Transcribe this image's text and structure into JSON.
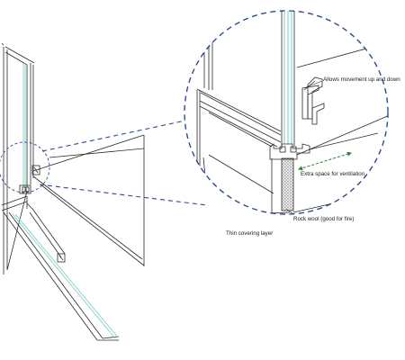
{
  "annotations": {
    "movement": "Allows movement up and down",
    "ventilation": "Extra space for ventilation",
    "rock_wool": "Rock wool (good for fire)",
    "covering": "Thin covering layer"
  },
  "colors": {
    "line": "#2a2a2a",
    "glass": "#8ed4cc",
    "dash_circle": "#2d4a8a",
    "arrow": "#2e7d32",
    "hatch": "#555555"
  }
}
